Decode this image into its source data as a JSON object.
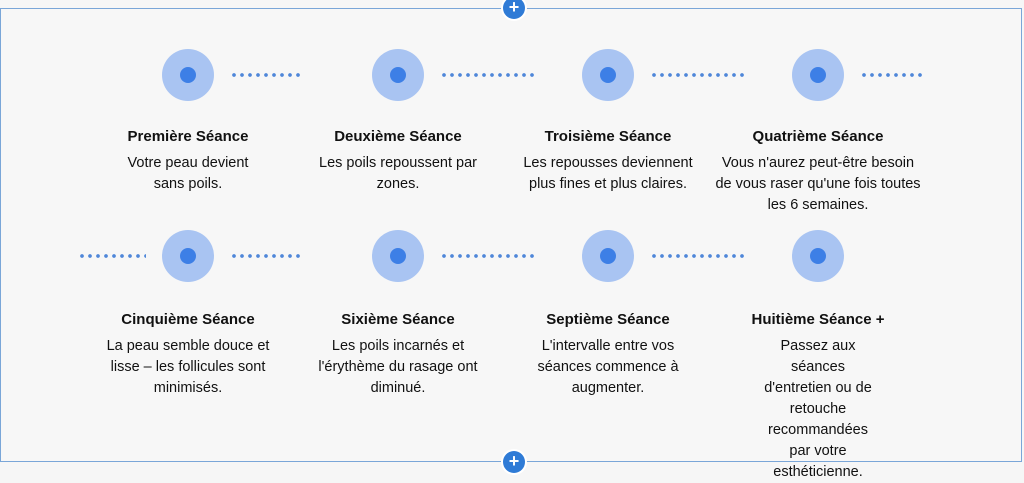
{
  "editor": {
    "add_section_top": "+",
    "add_section_bottom": "+"
  },
  "timeline": {
    "accent_color": "#3d7fe6",
    "ring_color": "#a9c4f2",
    "steps": [
      {
        "title": "Première Séance",
        "description": "Votre peau devient sans poils."
      },
      {
        "title": "Deuxième Séance",
        "description": "Les poils repoussent par zones."
      },
      {
        "title": "Troisième Séance",
        "description": "Les repousses deviennent plus fines et plus claires."
      },
      {
        "title": "Quatrième Séance",
        "description": "Vous n'aurez peut-être besoin de vous raser qu'une fois toutes les 6 semaines."
      },
      {
        "title": "Cinquième Séance",
        "description": "La peau semble douce et lisse – les follicules sont minimisés."
      },
      {
        "title": "Sixième Séance",
        "description": "Les poils incarnés et l'érythème du rasage ont diminué."
      },
      {
        "title": "Septième Séance",
        "description": "L'intervalle entre vos séances commence à augmenter."
      },
      {
        "title": "Huitième Séance +",
        "description": "Passez aux séances d'entretien ou de retouche recommandées par votre esthéticienne."
      }
    ]
  }
}
